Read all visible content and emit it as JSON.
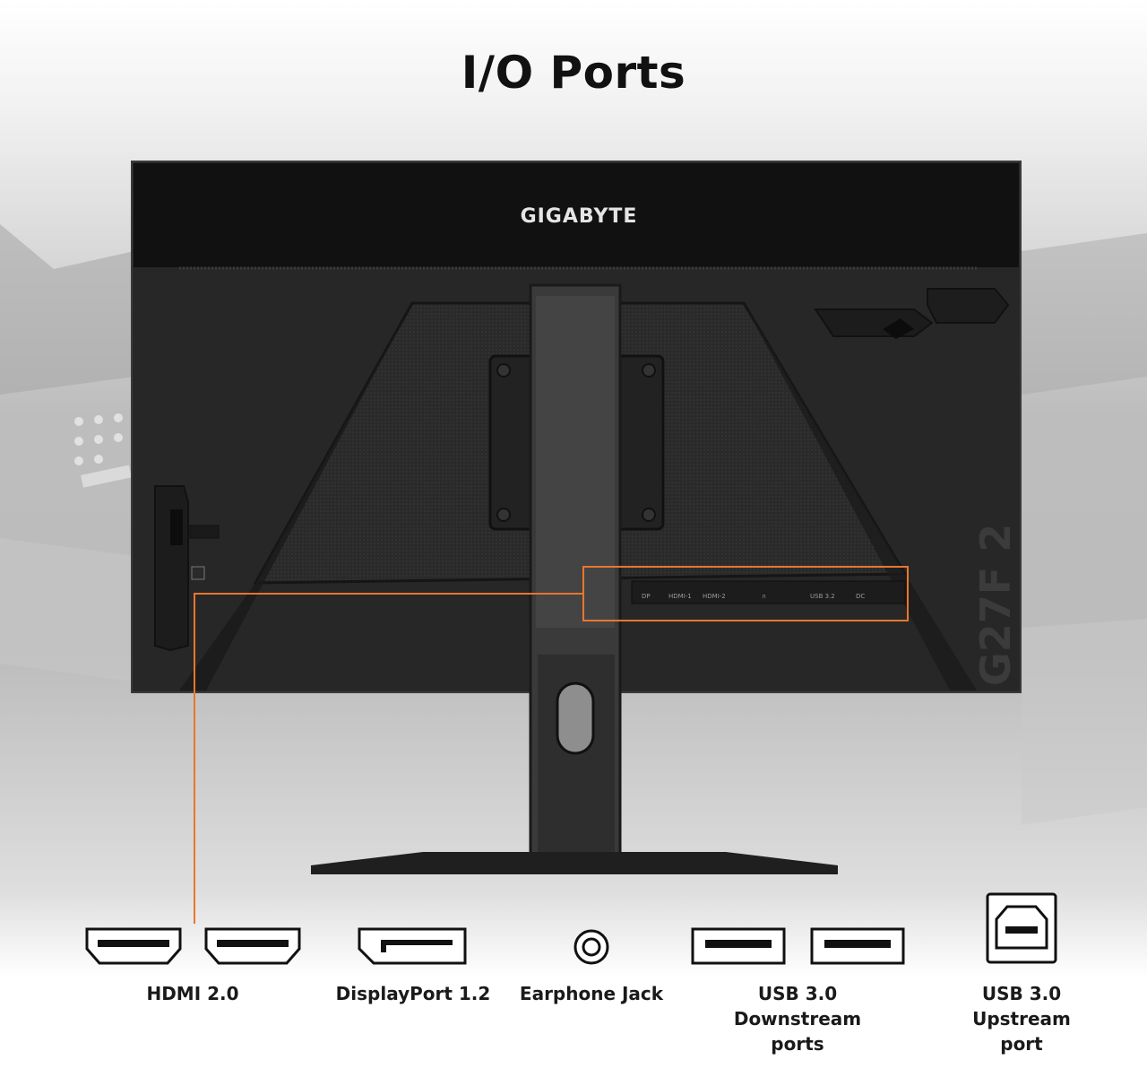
{
  "title": "I/O Ports",
  "monitor": {
    "brand": "GIGABYTE",
    "model": "G27F 2",
    "port_strip": [
      "DP",
      "HDMI-1",
      "HDMI-2",
      "∩",
      "USB 3.2",
      "DC"
    ]
  },
  "ports": [
    {
      "icon": "hdmi-icon",
      "label": "HDMI 2.0"
    },
    {
      "icon": "displayport-icon",
      "label": "DisplayPort 1.2"
    },
    {
      "icon": "earphone-jack-icon",
      "label": "Earphone Jack"
    },
    {
      "icon": "usb-a-icon",
      "label_lines": [
        "USB 3.0",
        "Downstream",
        "ports"
      ]
    },
    {
      "icon": "usb-b-icon",
      "label_lines": [
        "USB 3.0",
        "Upstream",
        "port"
      ]
    }
  ],
  "colors": {
    "accent": "#e8762d",
    "monitor": "#262626",
    "text": "#1a1a1a"
  }
}
